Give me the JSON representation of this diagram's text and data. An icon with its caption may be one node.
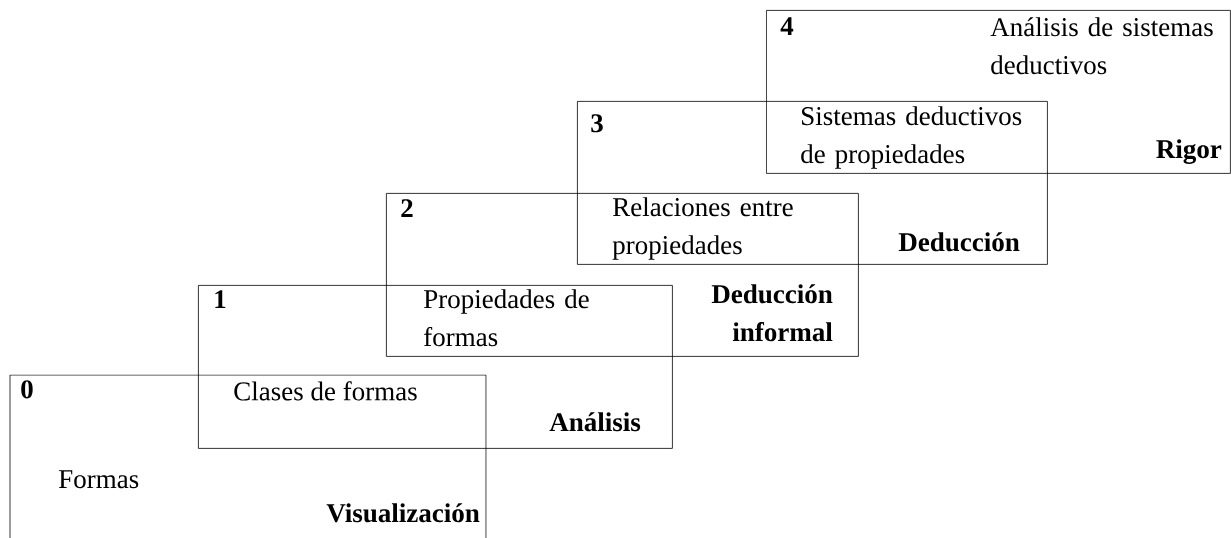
{
  "diagram": {
    "nodes": [
      {
        "text": [
          "0",
          "Formas",
          "Visualización"
        ]
      },
      {
        "text": [
          "1",
          "Clases de formas",
          "Análisis"
        ]
      },
      {
        "text": [
          "2",
          "Propiedades de formas",
          "Deducción informal"
        ]
      },
      {
        "text": [
          "3",
          "Relaciones entre propiedades",
          "Deducción"
        ]
      },
      {
        "text": [
          "4",
          "Sistemas deductivos de propiedades",
          "Análisis de sistemas deductivos",
          "Rigor"
        ]
      }
    ]
  }
}
